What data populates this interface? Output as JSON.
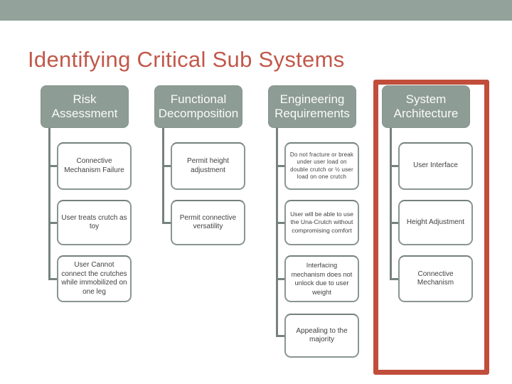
{
  "slide": {
    "title": "Identifying Critical Sub Systems"
  },
  "colors": {
    "top_bar": "#93A29A",
    "title_text": "#C1584A",
    "header_fill": "#8D9C94",
    "header_text": "#FAFBFA",
    "child_border": "#8A968F",
    "child_text": "#3F3F3F",
    "connector": "#76827C",
    "highlight_border": "#C04E3B"
  },
  "diagram": {
    "columns": [
      {
        "header": "Risk Assessment",
        "highlighted": false,
        "children": [
          "Connective Mechanism Failure",
          "User treats crutch as toy",
          "User Cannot connect the crutches while immobilized on one leg"
        ]
      },
      {
        "header": "Functional Decomposition",
        "highlighted": false,
        "children": [
          "Permit height adjustment",
          "Permit connective versatility"
        ]
      },
      {
        "header": "Engineering Requirements",
        "highlighted": false,
        "children": [
          "Do not fracture or break under user load on double crutch or ½ user load on one crutch",
          "User will be able to use the Una-Crutch without compromising comfort",
          "Interfacing mechanism does not unlock due to user weight",
          "Appealing to the majority"
        ]
      },
      {
        "header": "System Architecture",
        "highlighted": true,
        "children": [
          "User Interface",
          "Height Adjustment",
          "Connective Mechanism"
        ]
      }
    ]
  }
}
